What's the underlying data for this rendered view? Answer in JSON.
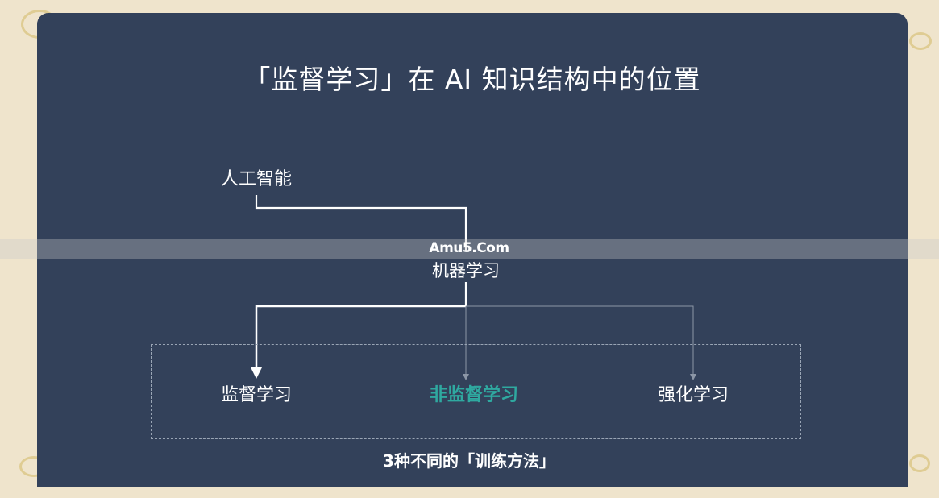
{
  "slide": {
    "title": "「监督学习」在 AI 知识结构中的位置"
  },
  "diagram": {
    "nodes": {
      "ai": "人工智能",
      "ml": "机器学习",
      "supervised": "监督学习",
      "unsupervised": "非监督学习",
      "reinforcement": "强化学习"
    },
    "group_caption": "3种不同的「训练方法」",
    "colors": {
      "background": "#33415a",
      "text": "#ffffff",
      "accent": "#2fa9a0",
      "dim_line": "#8c96a6",
      "dashed_border": "#9aa5b5"
    }
  },
  "watermark": {
    "text": "Amu5.Com"
  }
}
